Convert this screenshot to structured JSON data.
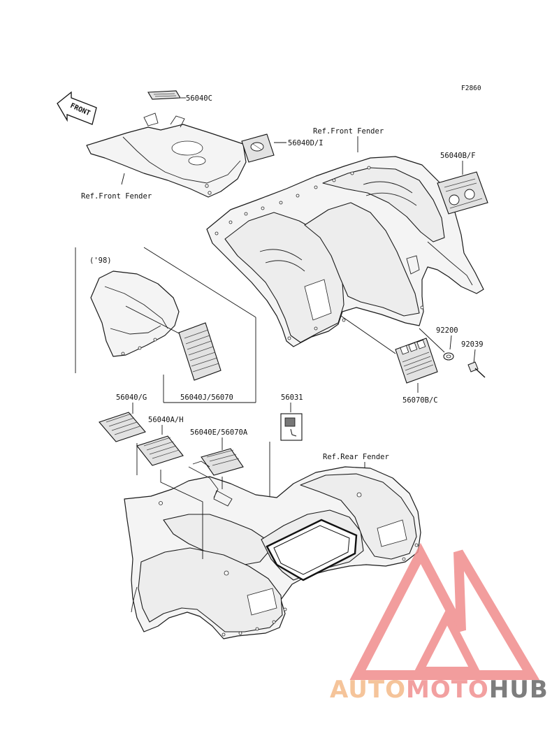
{
  "figure_id": "F2860",
  "direction_label": "FRONT",
  "year_note": "('98)",
  "labels": {
    "p56040C": "56040C",
    "p56040DI": "56040D/I",
    "ref_front_fender_top": "Ref.Front Fender",
    "ref_front_fender_left": "Ref.Front Fender",
    "p56040BF": "56040B/F",
    "p92200": "92200",
    "p92039": "92039",
    "p56070BC": "56070B/C",
    "p56040J56070": "56040J/56070",
    "p56040G": "56040/G",
    "p56031": "56031",
    "p56040AH": "56040A/H",
    "p56040E56070A": "56040E/56070A",
    "ref_rear_fender": "Ref.Rear Fender"
  },
  "watermark": {
    "part1": "AUTO",
    "part2": "MOTO",
    "part3": "HUB",
    "color_auto": "#f5c49a",
    "color_moto": "#f2a0a0",
    "color_hub": "#7d7d7d",
    "color_logo": "#f08c8c"
  }
}
